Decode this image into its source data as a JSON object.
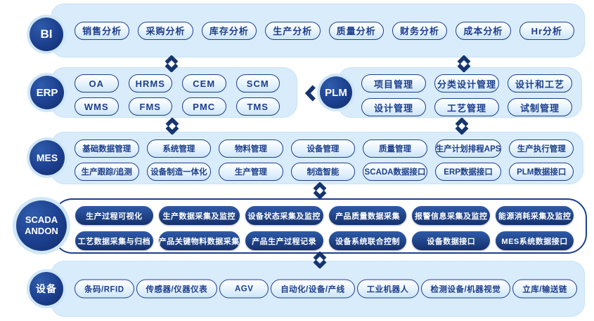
{
  "layers": {
    "bi": {
      "label": "BI",
      "pills": [
        "销售分析",
        "采购分析",
        "库存分析",
        "生产分析",
        "质量分析",
        "财务分析",
        "成本分析",
        "Hr分析"
      ]
    },
    "erp": {
      "label": "ERP",
      "pills": [
        "OA",
        "HRMS",
        "CEM",
        "SCM",
        "WMS",
        "FMS",
        "PMC",
        "TMS"
      ]
    },
    "plm": {
      "label": "PLM",
      "pills": [
        "项目管理",
        "分类设计管理",
        "设计和工艺",
        "设计管理",
        "工艺管理",
        "试制管理"
      ]
    },
    "mes": {
      "label": "MES",
      "pills": [
        "基础数据管理",
        "系统管理",
        "物料管理",
        "设备管理",
        "质量管理",
        "生产计划排程APS",
        "生产执行管理",
        "生产跟踪/追测",
        "设备制造一体化",
        "生产管理",
        "制造智能",
        "SCADA数据接口",
        "ERP数据接口",
        "PLM数据接口"
      ]
    },
    "scada": {
      "label1": "SCADA",
      "label2": "ANDON",
      "pills": [
        "生产过程可视化",
        "生产数据采集及监控",
        "设备状态采集及监控",
        "产品质量数据采集",
        "报警信息采集及监控",
        "能源消耗采集及监控",
        "工艺数据采集与归档",
        "产品关键物料数据采集",
        "产品生产过程记录",
        "设备系统联合控制",
        "设备数据接口",
        "MES系统数据接口"
      ]
    },
    "dev": {
      "label": "设备",
      "pills": [
        "条码/RFID",
        "传感器/仪器仪表",
        "AGV",
        "自动化/设备/产线",
        "工业机器人",
        "检测设备/机器视觉",
        "立库/输送链"
      ]
    }
  },
  "colors": {
    "navy": "#1d3f8d",
    "navy_text": "#1c3e8c",
    "panel_bg": "#d9ecfb",
    "panel_border": "#c7e1f5",
    "pill_top": "#ffffff",
    "pill_bottom": "#cde5f8",
    "dark_pill_top": "#2e5aa8",
    "dark_pill_bottom": "#15316d",
    "halo": "#cfe6f7",
    "arrow": "#16356f",
    "white": "#ffffff"
  }
}
